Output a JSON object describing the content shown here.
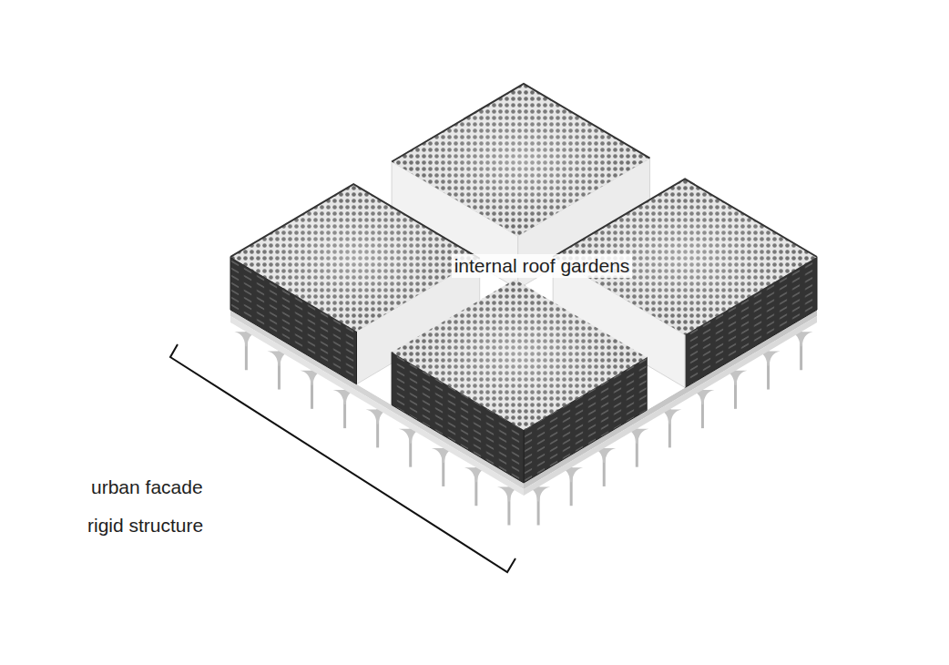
{
  "diagram": {
    "labels": [
      "internal roof gardens",
      "urban facade",
      "rigid structure"
    ]
  }
}
